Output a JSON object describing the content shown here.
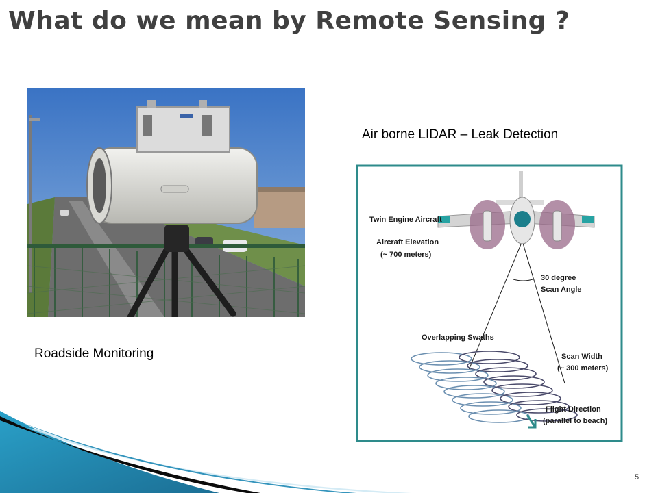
{
  "slide": {
    "title": "What do we mean by Remote Sensing ?",
    "page_number": "5"
  },
  "captions": {
    "lidar": "Air borne LIDAR – Leak Detection",
    "roadside": "Roadside Monitoring"
  },
  "diagram": {
    "labels": {
      "twin_engine": "Twin Engine Aircraft",
      "elevation_line1": "Aircraft Elevation",
      "elevation_line2": "(~ 700 meters)",
      "scan_angle_line1": "30 degree",
      "scan_angle_line2": "Scan Angle",
      "swaths": "Overlapping Swaths",
      "scan_width_line1": "Scan Width",
      "scan_width_line2": "(~ 300 meters)",
      "flight_line1": "Flight Direction",
      "flight_line2": "(parallel to beach)"
    },
    "colors": {
      "frame": "#2e8b8b",
      "swath_blue": "#6b8fb0",
      "swath_dark": "#4a4a6a",
      "propeller": "#9a6a8a"
    }
  },
  "icons": {
    "arrow": "flight-direction-arrow-icon"
  }
}
